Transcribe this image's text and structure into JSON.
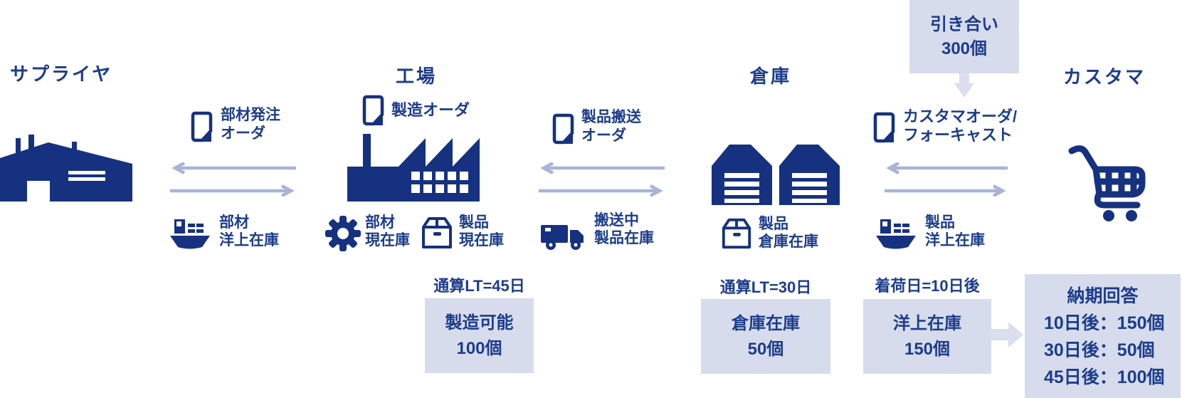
{
  "colors": {
    "navy": "#16317f",
    "text": "#1c3c8c",
    "arrow": "#a8b4d6",
    "panel": "#d7dcec"
  },
  "titles": {
    "supplier": "サプライヤ",
    "factory": "工場",
    "warehouse": "倉庫",
    "customer": "カスタマ"
  },
  "inquiry": {
    "line1": "引き合い",
    "line2": "300個"
  },
  "docs": {
    "parts_order": {
      "line1": "部材発注",
      "line2": "オーダ"
    },
    "manufacturing_order": {
      "line1": "製造オーダ"
    },
    "transport_order": {
      "line1": "製品搬送",
      "line2": "オーダ"
    },
    "customer_order": {
      "line1": "カスタマオーダ/",
      "line2": "フォーキャスト"
    }
  },
  "inventories": {
    "parts_ocean": {
      "line1": "部材",
      "line2": "洋上在庫"
    },
    "parts_onhand": {
      "line1": "部材",
      "line2": "現在庫"
    },
    "product_onhand": {
      "line1": "製品",
      "line2": "現在庫"
    },
    "in_transit": {
      "line1": "搬送中",
      "line2": "製品在庫"
    },
    "product_warehouse": {
      "line1": "製品",
      "line2": "倉庫在庫"
    },
    "product_ocean": {
      "line1": "製品",
      "line2": "洋上在庫"
    }
  },
  "lt_labels": {
    "factory": "通算LT=45日",
    "warehouse": "通算LT=30日",
    "ocean": "着荷日=10日後"
  },
  "panels": {
    "manufacturable": {
      "line1": "製造可能",
      "line2": "100個"
    },
    "warehouse_stock": {
      "line1": "倉庫在庫",
      "line2": "50個"
    },
    "ocean_stock": {
      "line1": "洋上在庫",
      "line2": "150個"
    },
    "delivery_answer": {
      "title": "納期回答",
      "lines": [
        "10日後：150個",
        "30日後：50個",
        "45日後：100個"
      ]
    }
  },
  "icons": [
    "supplier-building-icon",
    "factory-icon",
    "warehouse-icon",
    "cart-icon",
    "document-icon",
    "ship-icon",
    "gear-icon",
    "box-icon",
    "truck-icon",
    "arrow-pair-icon",
    "arrow-down-icon",
    "arrow-right-icon"
  ]
}
